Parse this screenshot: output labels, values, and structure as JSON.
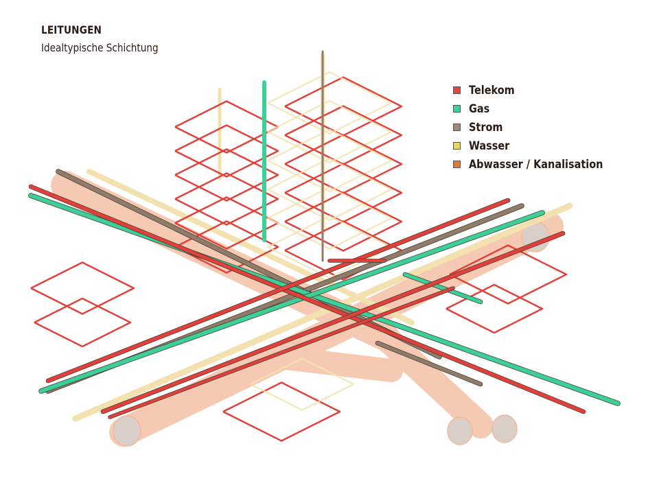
{
  "header": {
    "title": "LEITUNGEN",
    "subtitle": "Idealtypische Schichtung"
  },
  "legend": {
    "items": [
      {
        "key": "telekom",
        "label": "Telekom",
        "color": "#e8453c"
      },
      {
        "key": "gas",
        "label": "Gas",
        "color": "#3fcf9a"
      },
      {
        "key": "strom",
        "label": "Strom",
        "color": "#9c8a78"
      },
      {
        "key": "wasser",
        "label": "Wasser",
        "color": "#f2d35a"
      },
      {
        "key": "abwasser",
        "label": "Abwasser / Kanalisation",
        "color": "#e07a3a"
      }
    ]
  },
  "colors": {
    "telekom": "#e2403a",
    "gas": "#3ccf98",
    "strom": "#8f7c6a",
    "wasser_faded": "#f3e2b0",
    "abwasser_faded": "#f6c9b2",
    "outline": "#5a4a3e"
  }
}
